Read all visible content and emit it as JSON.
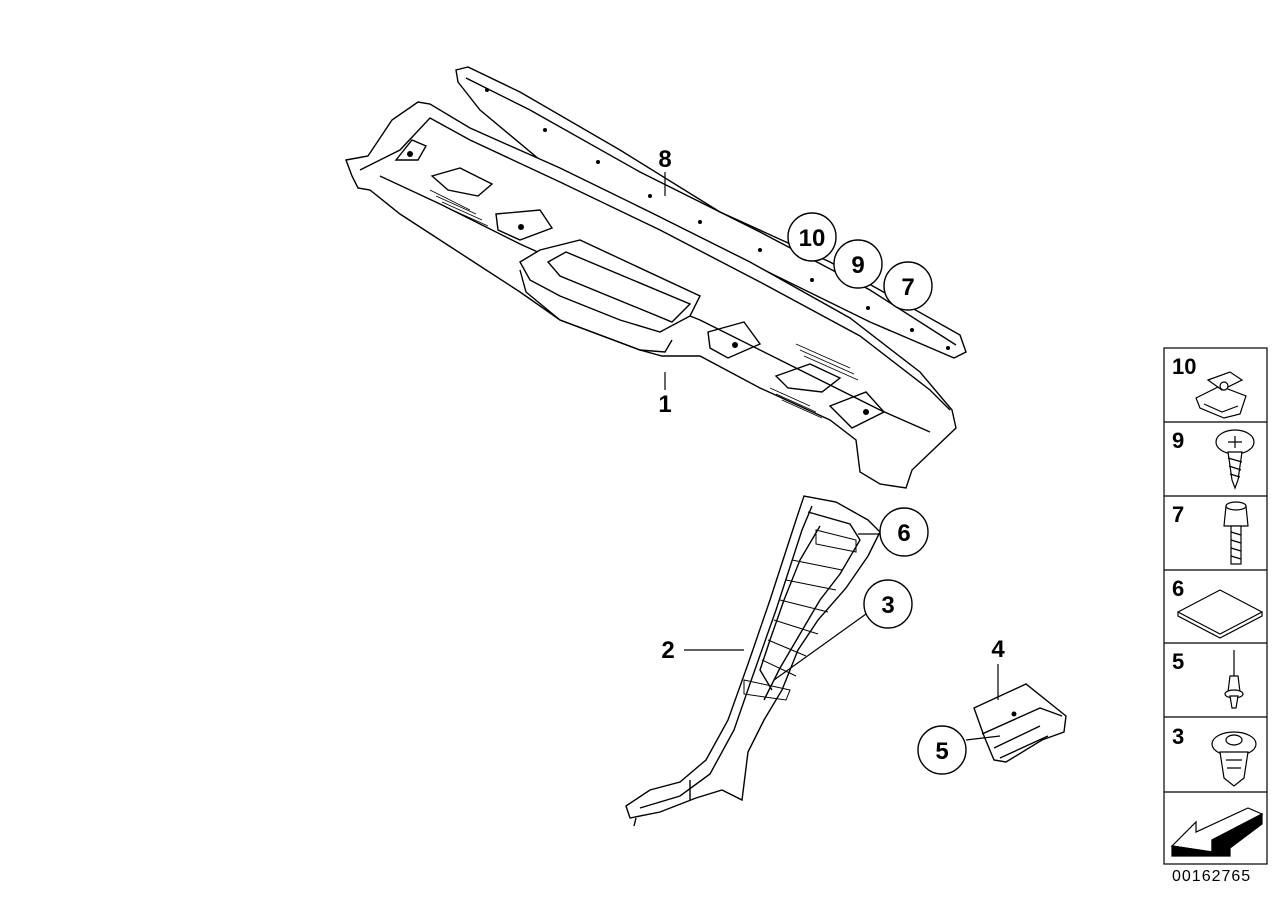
{
  "callouts": {
    "c1": "1",
    "c2": "2",
    "c3": "3",
    "c4": "4",
    "c5": "5",
    "c6": "6",
    "c7": "7",
    "c8": "8",
    "c9": "9",
    "c10": "10"
  },
  "legend": {
    "items": [
      {
        "number": "10",
        "icon": "nut-clip-icon"
      },
      {
        "number": "9",
        "icon": "screw-icon"
      },
      {
        "number": "7",
        "icon": "bolt-icon"
      },
      {
        "number": "6",
        "icon": "pad-icon"
      },
      {
        "number": "5",
        "icon": "rivet-icon"
      },
      {
        "number": "3",
        "icon": "expanding-clip-icon"
      }
    ],
    "footer_icon": "direction-arrow-icon"
  },
  "doc_id": "00162765"
}
